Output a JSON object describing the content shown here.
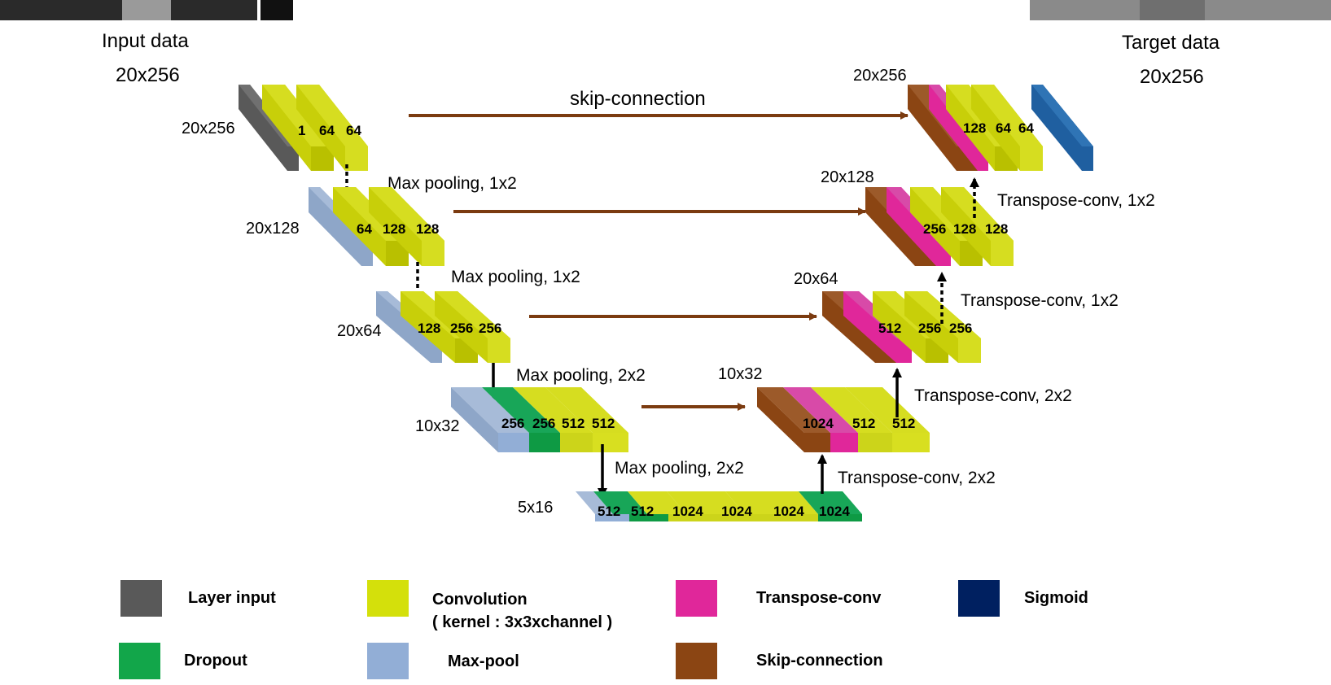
{
  "header": {
    "input_title": "Input data",
    "input_size": "20x256",
    "target_title": "Target data",
    "target_size": "20x256"
  },
  "colors": {
    "layer_input": "#595959",
    "convolution": "#d4e00b",
    "transpose": "#e0279a",
    "sigmoid": "#002060",
    "sigmoid_block": "#1f5fa0",
    "dropout": "#12a64a",
    "maxpool": "#92aed6",
    "skip": "#8b4513",
    "arrow_skip": "#7b3b10"
  },
  "encoder": {
    "level1": {
      "size": "20x256",
      "channels": [
        "1",
        "64",
        "64"
      ]
    },
    "pool1": "Max pooling, 1x2",
    "level2": {
      "size": "20x128",
      "channels": [
        "64",
        "128",
        "128"
      ]
    },
    "pool2": "Max pooling, 1x2",
    "level3": {
      "size": "20x64",
      "channels": [
        "128",
        "256",
        "256"
      ]
    },
    "pool3": "Max pooling, 2x2",
    "level4": {
      "size": "10x32",
      "channels": [
        "256",
        "256",
        "512",
        "512"
      ]
    },
    "pool4": "Max pooling, 2x2",
    "bottleneck": {
      "size": "5x16",
      "channels": [
        "512",
        "512",
        "1024",
        "1024",
        "1024",
        "1024"
      ]
    }
  },
  "decoder": {
    "skip_label": "skip-connection",
    "level4": {
      "size": "10x32",
      "channels": [
        "1024",
        "512",
        "512"
      ]
    },
    "up4": "Transpose-conv, 2x2",
    "level3": {
      "size": "20x64",
      "channels": [
        "512",
        "256",
        "256"
      ]
    },
    "up3": "Transpose-conv, 2x2",
    "level2": {
      "size": "20x128",
      "channels": [
        "256",
        "128",
        "128"
      ]
    },
    "up2": "Transpose-conv, 1x2",
    "level1": {
      "size": "20x256",
      "channels": [
        "128",
        "64",
        "64"
      ]
    },
    "up1": "Transpose-conv, 1x2"
  },
  "legend": {
    "layer_input": "Layer input",
    "convolution": "Convolution",
    "convolution_note": "( kernel : 3x3xchannel )",
    "transpose": "Transpose-conv",
    "sigmoid": "Sigmoid",
    "dropout": "Dropout",
    "maxpool": "Max-pool",
    "skip": "Skip-connection"
  }
}
